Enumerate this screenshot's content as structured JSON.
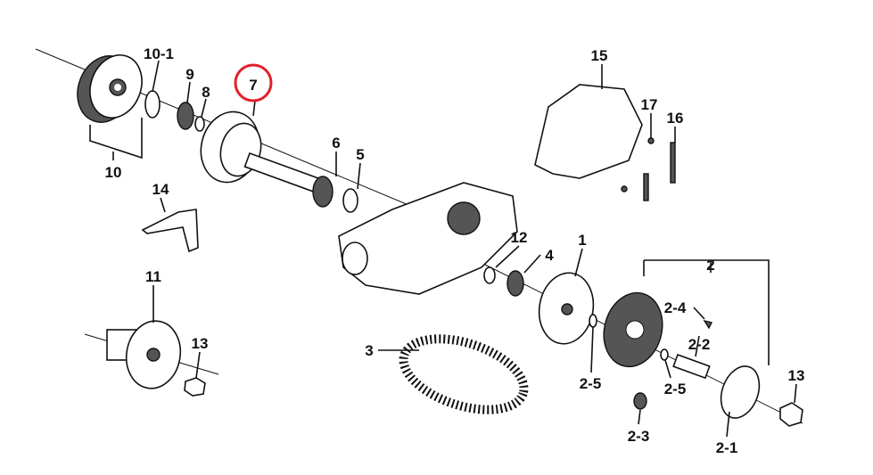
{
  "diagram": {
    "title": "CVT transmission exploded parts diagram",
    "highlight_color": "#e0202a",
    "highlighted_part": "7",
    "labels": {
      "p10_1": "10-1",
      "p9": "9",
      "p8": "8",
      "p7": "7",
      "p10": "10",
      "p6": "6",
      "p5": "5",
      "p14": "14",
      "p15": "15",
      "p17": "17",
      "p16": "16",
      "p12": "12",
      "p4": "4",
      "p1": "1",
      "p2": "2",
      "p2_4": "2-4",
      "p2_2": "2-2",
      "p2_5a": "2-5",
      "p2_5b": "2-5",
      "p11": "11",
      "p13a": "13",
      "p13b": "13",
      "p3": "3",
      "p2_3": "2-3",
      "p2_1": "2-1"
    }
  }
}
